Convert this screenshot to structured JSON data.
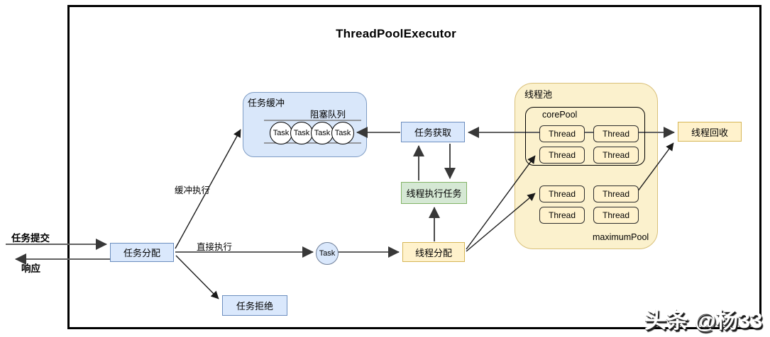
{
  "title": "ThreadPoolExecutor",
  "watermark": "头条 @杨33",
  "left_labels": {
    "submit": "任务提交",
    "response": "响应"
  },
  "edge_labels": {
    "buffered": "缓冲执行",
    "direct": "直接执行"
  },
  "nodes": {
    "task_dispatch": "任务分配",
    "task_reject": "任务拒绝",
    "task_fetch": "任务获取",
    "thread_exec": "线程执行任务",
    "thread_dispatch": "线程分配",
    "thread_recycle": "线程回收",
    "task_circle": "Task"
  },
  "buffer": {
    "title": "任务缓冲",
    "queue_label": "阻塞队列",
    "tasks": [
      "Task",
      "Task",
      "Task",
      "Task"
    ]
  },
  "pool": {
    "title": "线程池",
    "core_label": "corePool",
    "max_label": "maximumPool",
    "core_threads": [
      "Thread",
      "Thread",
      "Thread",
      "Thread"
    ],
    "max_threads": [
      "Thread",
      "Thread",
      "Thread",
      "Thread"
    ]
  },
  "colors": {
    "blue_fill": "#dae8fc",
    "blue_border": "#6c8ebf",
    "green_fill": "#d5e8d4",
    "green_border": "#82b366",
    "yellow_fill": "#fff2cc",
    "yellow_border": "#d6b656",
    "pool_fill": "#fbf1cd",
    "arrow_grey": "#616161",
    "arrow_black": "#1a1a1a"
  }
}
